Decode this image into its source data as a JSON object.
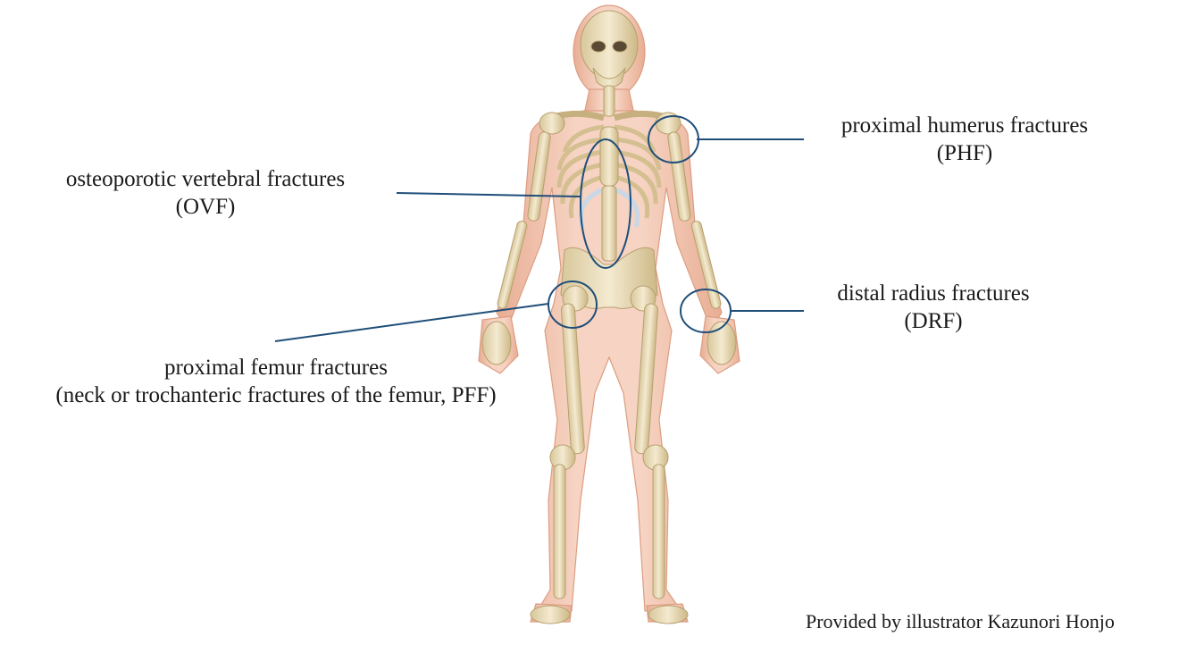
{
  "labels": {
    "phf": {
      "line1": "proximal humerus fractures",
      "line2": "(PHF)"
    },
    "ovf": {
      "line1": "osteoporotic vertebral fractures",
      "line2": "(OVF)"
    },
    "drf": {
      "line1": "distal radius fractures",
      "line2": "(DRF)"
    },
    "pff": {
      "line1": "proximal femur fractures",
      "line2": "(neck or trochanteric fractures of the femur, PFF)"
    }
  },
  "credit": "Provided by illustrator Kazunori Honjo",
  "colors": {
    "callout": "#1f4e79",
    "skin": "#f1c4ad",
    "skin_shadow": "#e2a58a",
    "bone": "#efe2bf",
    "bone_shadow": "#cbb687",
    "rib_cartilage": "#c9d7e6"
  }
}
